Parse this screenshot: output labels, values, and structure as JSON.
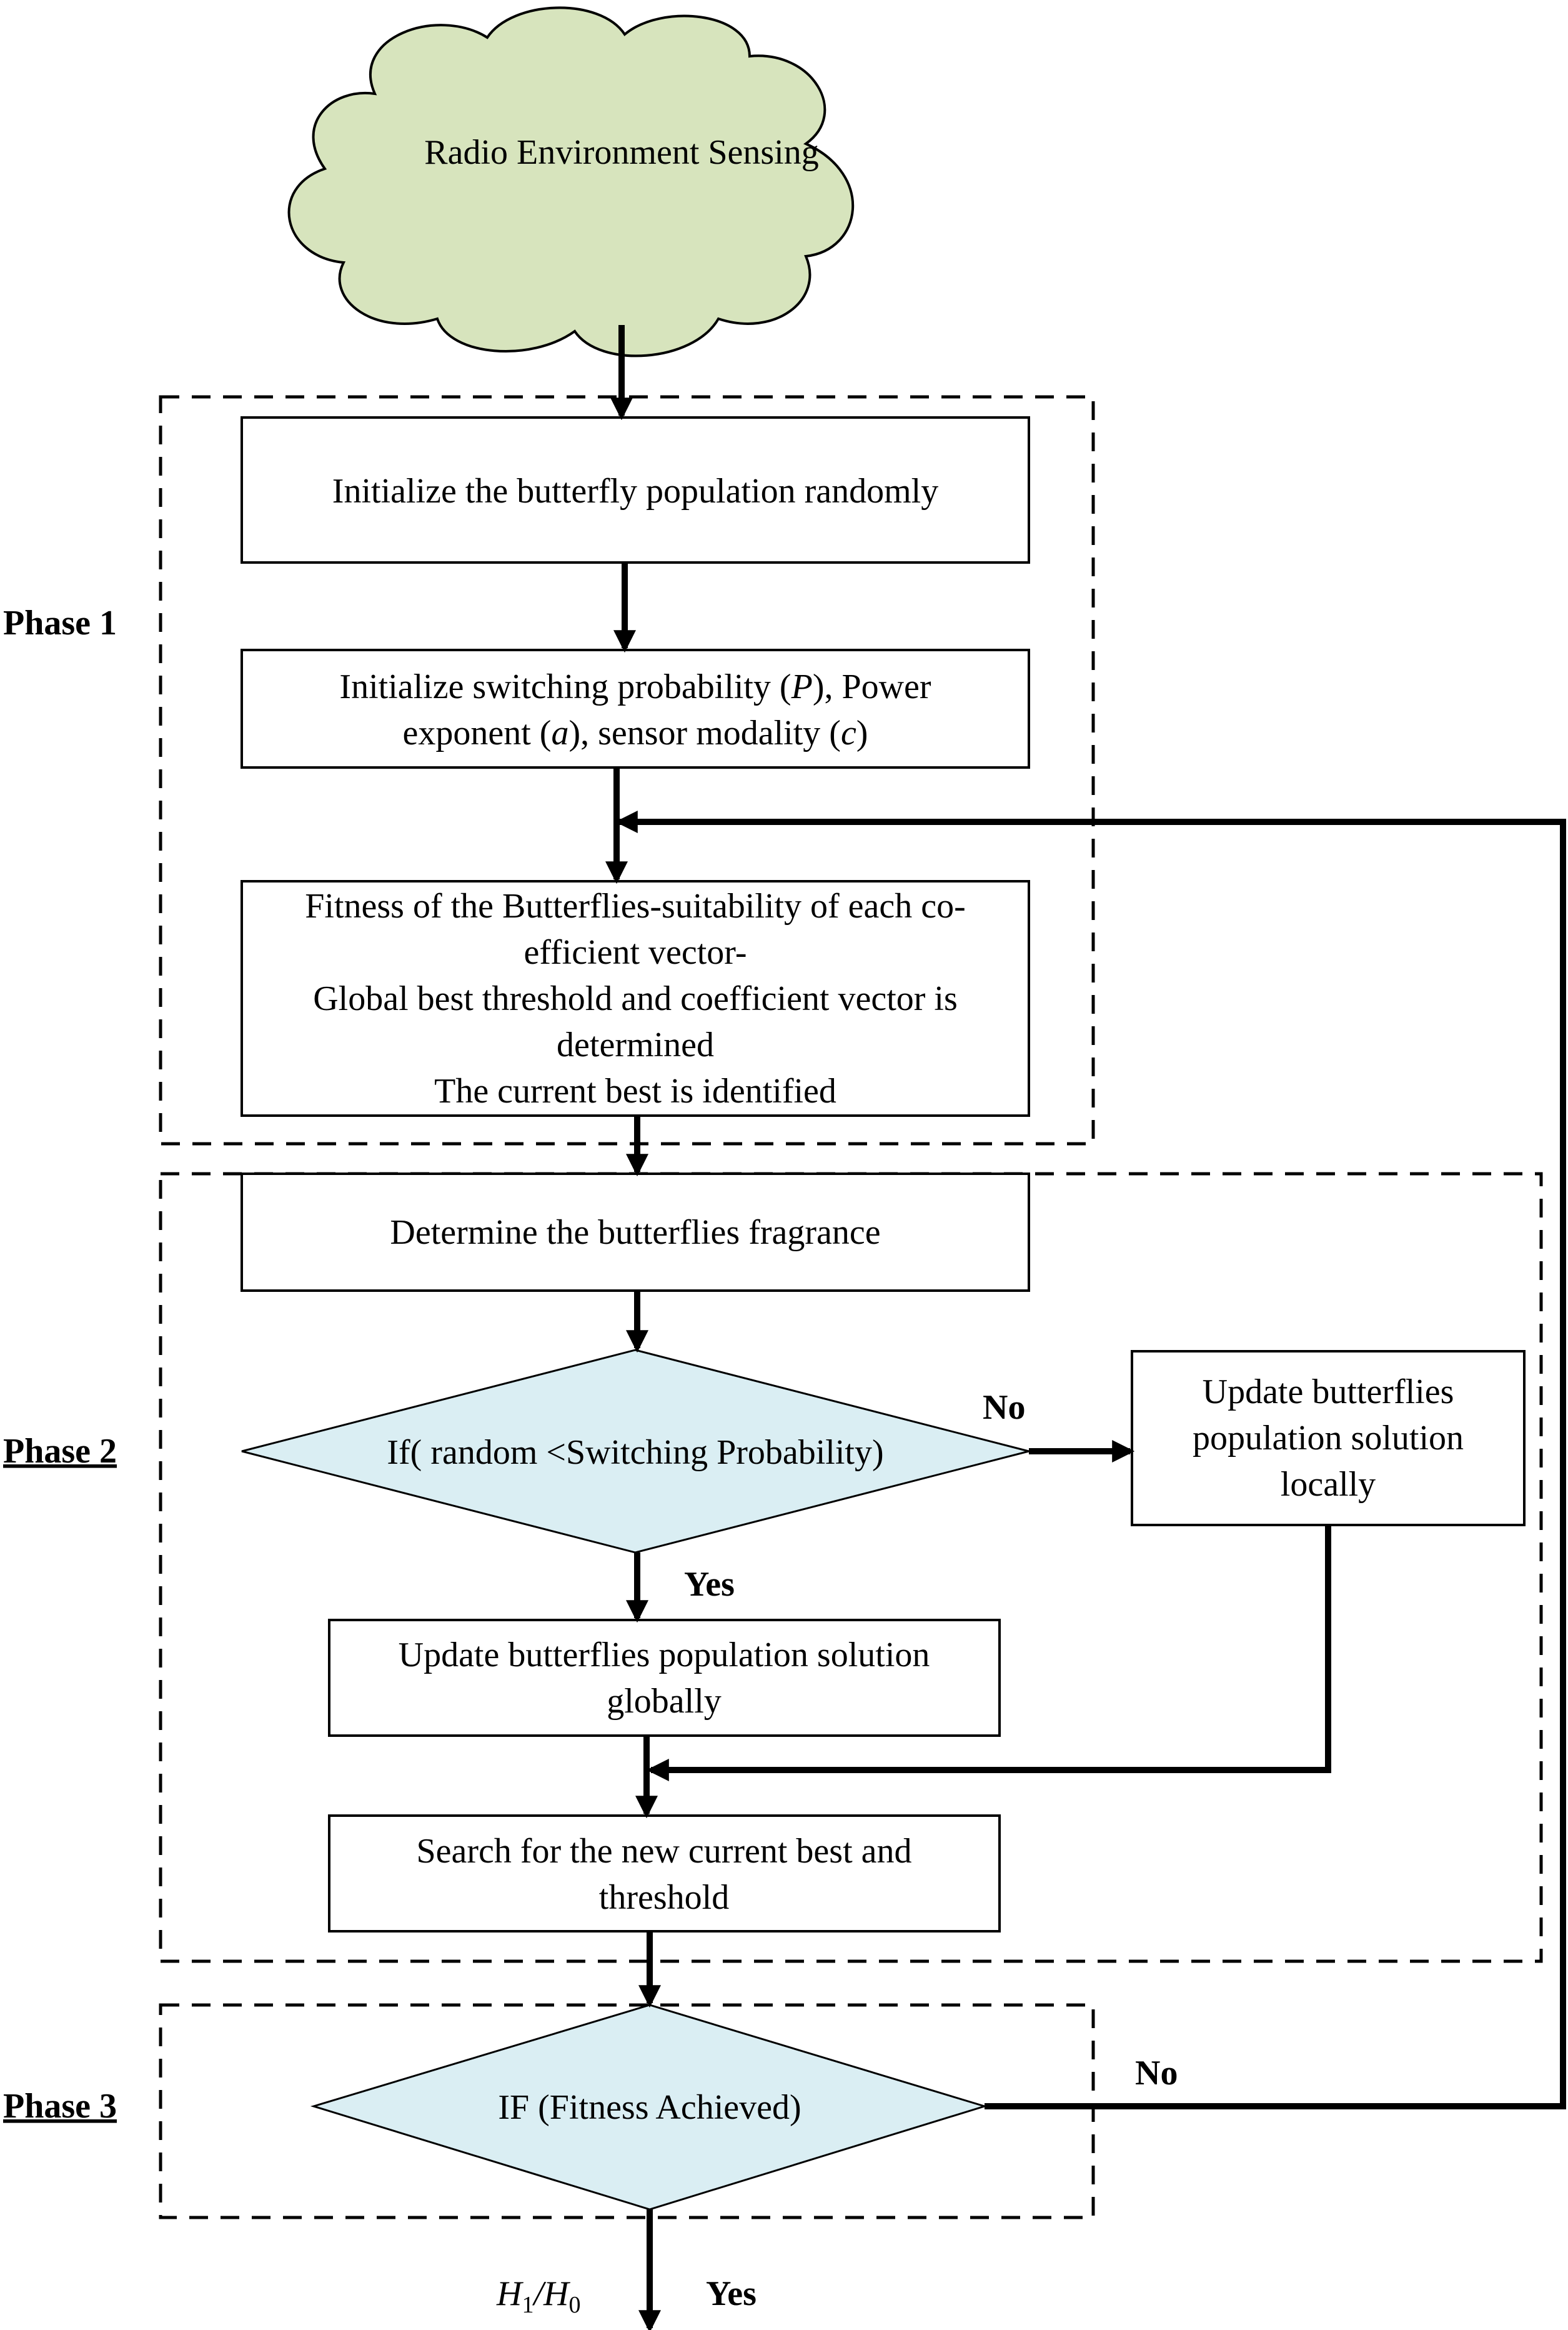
{
  "start": {
    "label": "Radio Environment Sensing",
    "fill": "#d7e4bd"
  },
  "phases": {
    "phase1": {
      "label": "Phase 1"
    },
    "phase2": {
      "label": "Phase 2"
    },
    "phase3": {
      "label": "Phase 3"
    }
  },
  "steps": {
    "init_population": {
      "lines": [
        "Initialize the butterfly population randomly"
      ]
    },
    "init_params": {
      "lines": [
        "Initialize switching probability (",
        "P",
        "), Power",
        "exponent (",
        "a",
        "), sensor modality (",
        "c",
        ")"
      ]
    },
    "fitness": {
      "lines": [
        "Fitness of the Butterflies-suitability of each co-",
        "efficient vector-",
        "Global best threshold and coefficient vector is",
        "determined",
        "The current best is identified"
      ]
    },
    "fragrance": {
      "lines": [
        "Determine the butterflies fragrance"
      ]
    },
    "update_local": {
      "lines": [
        "Update butterflies",
        "population solution",
        "locally"
      ]
    },
    "update_global": {
      "lines": [
        "Update butterflies population solution",
        "globally"
      ]
    },
    "search_best": {
      "lines": [
        "Search for the new current best and",
        "threshold"
      ]
    }
  },
  "decisions": {
    "switching": {
      "label": "If( random <Switching Probability)",
      "no": "No",
      "yes": "Yes",
      "fill": "#daeef3"
    },
    "fitness_achieved": {
      "label": "IF (Fitness Achieved)",
      "no": "No",
      "fill": "#daeef3"
    }
  },
  "output": {
    "h1": "H",
    "h1_sub": "1",
    "slash": "/",
    "h0": "H",
    "h0_sub": "0",
    "yes": "Yes"
  }
}
